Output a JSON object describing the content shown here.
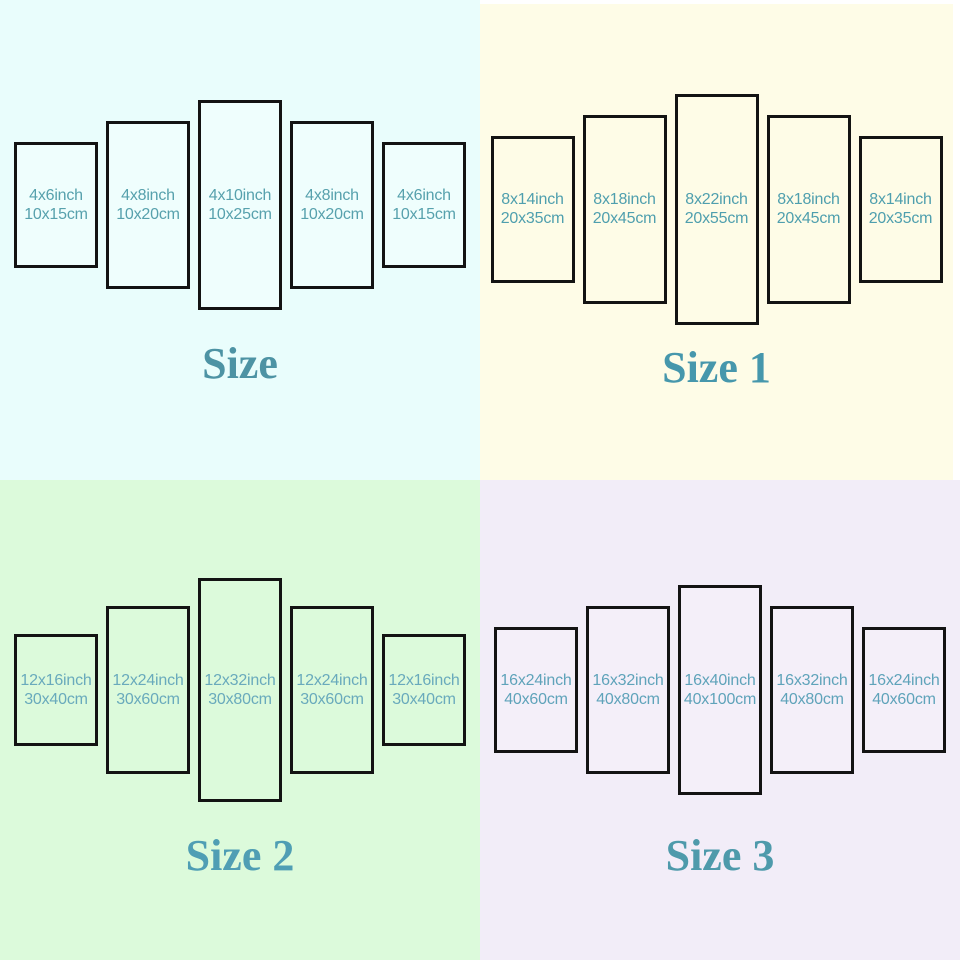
{
  "frame": {
    "background": "#ffffff",
    "panel_border_color": "#131313"
  },
  "quadrants": [
    {
      "title": "Size",
      "bg": "#e9fdfc",
      "fill": "#effefd",
      "text_color": "#57a1ad",
      "title_color": "#4d93a4",
      "panels": [
        {
          "inch": "4x6inch",
          "cm": "10x15cm"
        },
        {
          "inch": "4x8inch",
          "cm": "10x20cm"
        },
        {
          "inch": "4x10inch",
          "cm": "10x25cm"
        },
        {
          "inch": "4x8inch",
          "cm": "10x20cm"
        },
        {
          "inch": "4x6inch",
          "cm": "10x15cm"
        }
      ]
    },
    {
      "title": "Size 1",
      "bg": "#fefce7",
      "fill": "#fefce7",
      "text_color": "#4f9fae",
      "title_color": "#4697ac",
      "panels": [
        {
          "inch": "8x14inch",
          "cm": "20x35cm"
        },
        {
          "inch": "8x18inch",
          "cm": "20x45cm"
        },
        {
          "inch": "8x22inch",
          "cm": "20x55cm"
        },
        {
          "inch": "8x18inch",
          "cm": "20x45cm"
        },
        {
          "inch": "8x14inch",
          "cm": "20x35cm"
        }
      ]
    },
    {
      "title": "Size 2",
      "bg": "#dcfadb",
      "fill": "#dcfadb",
      "text_color": "#69aabc",
      "title_color": "#4f9eb4",
      "panels": [
        {
          "inch": "12x16inch",
          "cm": "30x40cm"
        },
        {
          "inch": "12x24inch",
          "cm": "30x60cm"
        },
        {
          "inch": "12x32inch",
          "cm": "30x80cm"
        },
        {
          "inch": "12x24inch",
          "cm": "30x60cm"
        },
        {
          "inch": "12x16inch",
          "cm": "30x40cm"
        }
      ]
    },
    {
      "title": "Size 3",
      "bg": "#f2edf8",
      "fill": "#f4eff9",
      "text_color": "#5fa3ba",
      "title_color": "#4e9aab",
      "panels": [
        {
          "inch": "16x24inch",
          "cm": "40x60cm"
        },
        {
          "inch": "16x32inch",
          "cm": "40x80cm"
        },
        {
          "inch": "16x40inch",
          "cm": "40x100cm"
        },
        {
          "inch": "16x32inch",
          "cm": "40x80cm"
        },
        {
          "inch": "16x24inch",
          "cm": "40x60cm"
        }
      ]
    }
  ]
}
